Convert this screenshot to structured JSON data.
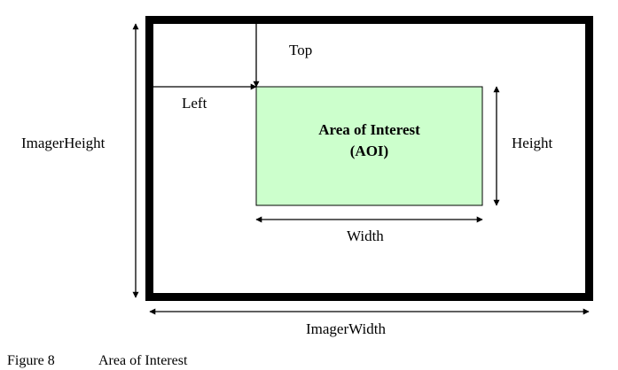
{
  "diagram": {
    "labels": {
      "top": "Top",
      "left": "Left",
      "imager_height": "ImagerHeight",
      "imager_width": "ImagerWidth",
      "height": "Height",
      "width": "Width"
    },
    "aoi": {
      "line1": "Area of Interest",
      "line2": "(AOI)"
    }
  },
  "colors": {
    "aoi_fill": "#ccffcc",
    "frame": "#000000"
  },
  "caption": {
    "figure_number": "Figure 8",
    "title": "Area of Interest"
  }
}
